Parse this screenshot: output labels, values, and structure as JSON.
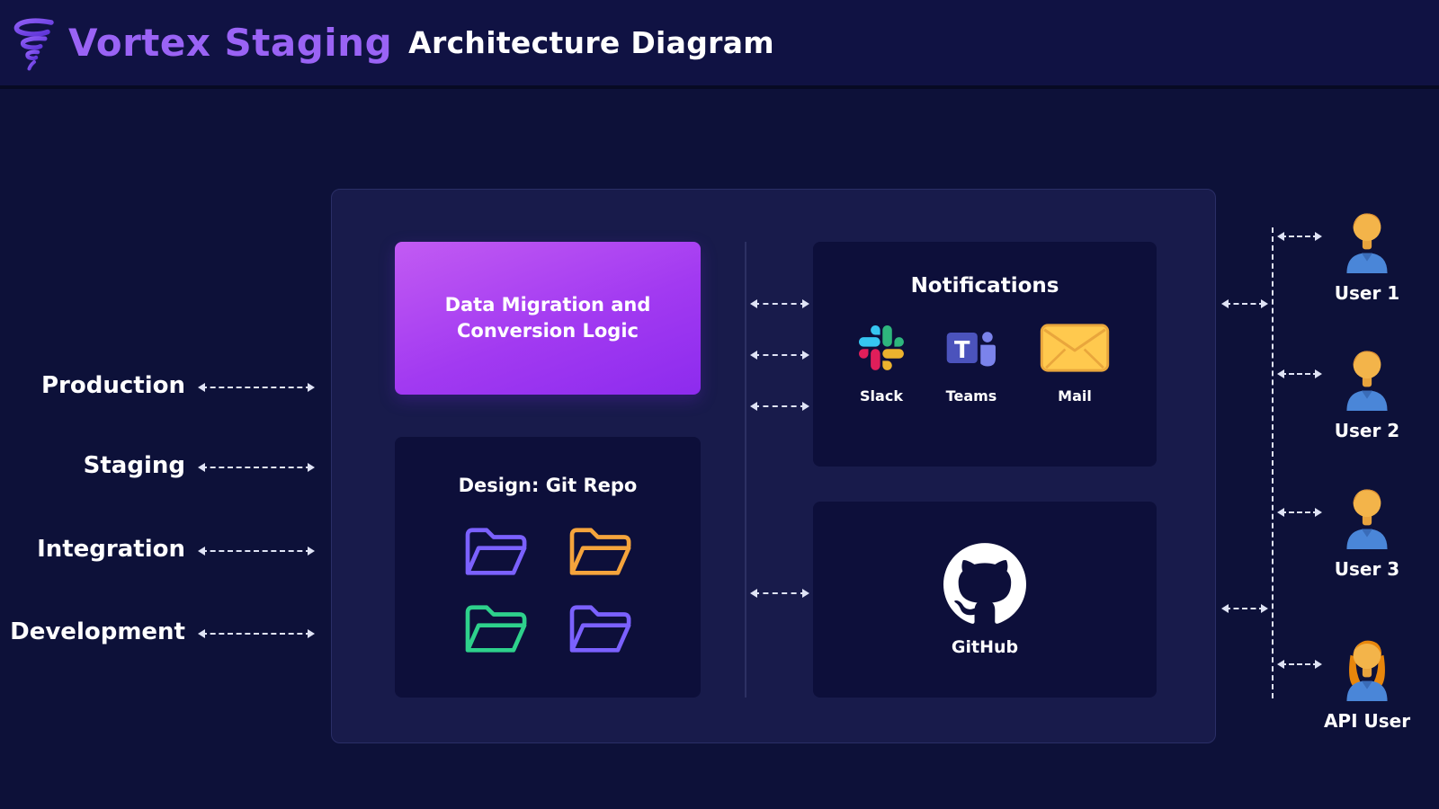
{
  "header": {
    "brand": "Vortex Staging",
    "title": "Architecture Diagram"
  },
  "environments": [
    {
      "label": "Production"
    },
    {
      "label": "Staging"
    },
    {
      "label": "Integration"
    },
    {
      "label": "Development"
    }
  ],
  "panel": {
    "data_migration": {
      "label": "Data Migration and Conversion Logic"
    },
    "git_repo": {
      "title": "Design: Git Repo",
      "folders": [
        "purple",
        "orange",
        "green",
        "purple"
      ]
    },
    "notifications": {
      "title": "Notifications",
      "items": [
        {
          "label": "Slack",
          "icon": "slack-icon"
        },
        {
          "label": "Teams",
          "icon": "teams-icon"
        },
        {
          "label": "Mail",
          "icon": "mail-icon"
        }
      ]
    },
    "github": {
      "label": "GitHub",
      "icon": "github-icon"
    }
  },
  "users": [
    {
      "label": "User 1"
    },
    {
      "label": "User 2"
    },
    {
      "label": "User 3"
    },
    {
      "label": "API User"
    }
  ],
  "colors": {
    "background": "#0d1139",
    "header": "#101243",
    "panel": "#181b4b",
    "node_box": "#0d0f3a",
    "gradient_start": "#c25bf3",
    "gradient_end": "#8d2bee",
    "brand_purple": "#9a63f5",
    "arrow": "#dfe3f5",
    "folder_purple": "#7b61ff",
    "folder_orange": "#f5a43c",
    "folder_green": "#2ed18c",
    "slack_palette": [
      "#E01E5A",
      "#36C5F0",
      "#2EB67D",
      "#ECB22E"
    ],
    "teams_purple": "#4B53BC",
    "mail_yellow": "#FFC94E",
    "github_circle": "#ffffff"
  }
}
